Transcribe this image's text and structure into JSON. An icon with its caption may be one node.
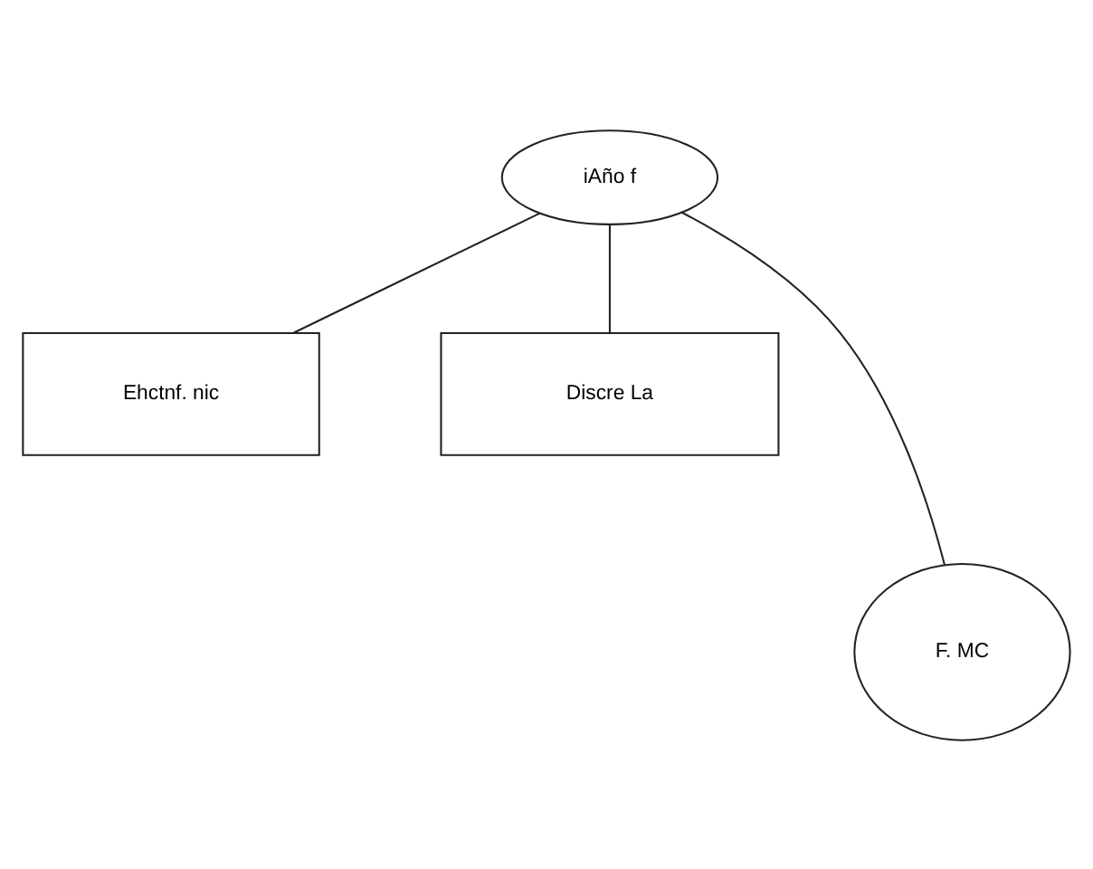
{
  "diagram": {
    "nodes": [
      {
        "text": [
          "iAño f"
        ]
      },
      {
        "text": [
          "Ehctnf. nic"
        ]
      },
      {
        "text": [
          "Discre La"
        ]
      },
      {
        "text": [
          "F. MC"
        ]
      }
    ],
    "edges": [
      {
        "from": 0,
        "to": 1,
        "arrow": "none"
      },
      {
        "from": 0,
        "to": 3,
        "arrow": "none"
      },
      {
        "from": 0,
        "to": 2,
        "arrow": "none"
      }
    ]
  }
}
